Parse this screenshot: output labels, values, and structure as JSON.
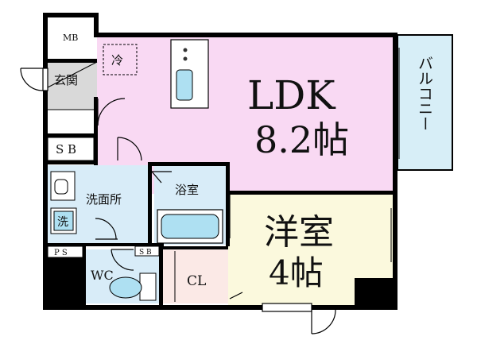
{
  "colors": {
    "ldk": "#f9d9f3",
    "bedroom": "#fbf9dd",
    "wet": "#d8ecf8",
    "closet": "#fbe9e6",
    "balcony": "#d7eef7",
    "genkan": "#d9d9d9",
    "wall": "#000000",
    "tile": "#aee0f2"
  },
  "rooms": {
    "ldk_name": "LDK",
    "ldk_size": "8.2帖",
    "bedroom_name": "洋室",
    "bedroom_size": "4帖",
    "balcony": "バルコニー",
    "genkan": "玄関",
    "mb": "MB",
    "sb": "S B",
    "washroom": "洗面所",
    "washer": "洗",
    "bath": "浴室",
    "wc": "WC",
    "cl": "CL",
    "ps": "P S",
    "sb_small": "S B",
    "fridge": "冷"
  }
}
